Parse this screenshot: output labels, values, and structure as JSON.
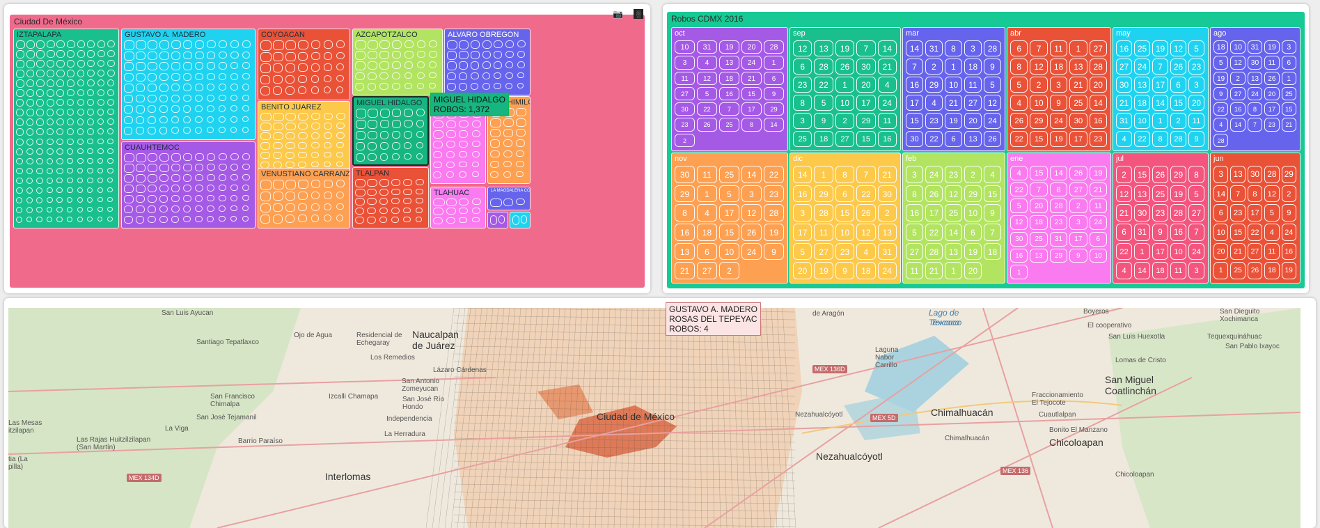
{
  "left_treemap": {
    "title": "Ciudad De México",
    "camera_icon": "camera-icon",
    "plotly_icon": "plotly-logo-icon",
    "colors": {
      "root": "#f06a8b",
      "green": "#19c08d",
      "cyan": "#1fd3f0",
      "purple": "#a55ae6",
      "red": "#ea5238",
      "lime": "#b2e462",
      "orange": "#fda052",
      "yellow": "#fcc94b",
      "blue": "#6664ec",
      "pink": "#fa7af0",
      "teal": "#17b580"
    },
    "delegations": [
      {
        "name": "IZTAPALAPA",
        "color": "green"
      },
      {
        "name": "GUSTAVO A. MADERO",
        "color": "cyan"
      },
      {
        "name": "CUAUHTEMOC",
        "color": "purple"
      },
      {
        "name": "COYOACAN",
        "color": "red"
      },
      {
        "name": "BENITO JUAREZ",
        "color": "yellow"
      },
      {
        "name": "VENUSTIANO CARRANZA",
        "color": "orange"
      },
      {
        "name": "AZCAPOTZALCO",
        "color": "lime"
      },
      {
        "name": "MIGUEL HIDALGO",
        "color": "teal"
      },
      {
        "name": "TLALPAN",
        "color": "red"
      },
      {
        "name": "ALVARO OBREGON",
        "color": "blue"
      },
      {
        "name": "XOCHIMILCO",
        "color": "orange"
      },
      {
        "name": "",
        "color": "pink"
      },
      {
        "name": "TLAHUAC",
        "color": "pink"
      },
      {
        "name": "LA MAGDALENA CONTRERAS",
        "color": "blue"
      },
      {
        "name": "",
        "color": "purple"
      },
      {
        "name": "",
        "color": "cyan"
      }
    ],
    "tooltip": {
      "line1": "MIGUEL HIDALGO",
      "line2": "ROBOS: 1,372"
    }
  },
  "right_treemap": {
    "title": "Robos CDMX 2016",
    "colors": {
      "root": "#17c994",
      "purple": "#a55ae6",
      "green": "#19c08d",
      "blue": "#6664ec",
      "red": "#ea5238",
      "cyan": "#1fd3f0",
      "orange": "#fda052",
      "yellow": "#fcc94b",
      "lime": "#b2e462",
      "pink": "#fa7af0",
      "rose": "#f4557f"
    },
    "months": [
      {
        "name": "oct",
        "color": "purple",
        "nums": [
          "10",
          "31",
          "19",
          "20",
          "28",
          "3",
          "4",
          "13",
          "24",
          "1",
          "11",
          "12",
          "18",
          "21",
          "6",
          "27",
          "5",
          "16",
          "15",
          "9",
          "30",
          "22",
          "7",
          "17",
          "29",
          "23",
          "26",
          "25",
          "8",
          "14",
          "2"
        ]
      },
      {
        "name": "sep",
        "color": "green",
        "nums": [
          "12",
          "13",
          "19",
          "7",
          "14",
          "6",
          "28",
          "26",
          "30",
          "21",
          "23",
          "22",
          "1",
          "20",
          "4",
          "8",
          "5",
          "10",
          "17",
          "24",
          "3",
          "9",
          "2",
          "29",
          "11",
          "25",
          "18",
          "27",
          "15",
          "16"
        ]
      },
      {
        "name": "mar",
        "color": "blue",
        "nums": [
          "14",
          "31",
          "8",
          "3",
          "28",
          "7",
          "2",
          "1",
          "18",
          "9",
          "16",
          "29",
          "10",
          "11",
          "5",
          "17",
          "4",
          "21",
          "27",
          "12",
          "15",
          "23",
          "19",
          "20",
          "24",
          "30",
          "22",
          "6",
          "13",
          "26"
        ]
      },
      {
        "name": "abr",
        "color": "red",
        "nums": [
          "6",
          "7",
          "11",
          "1",
          "27",
          "8",
          "12",
          "18",
          "13",
          "28",
          "5",
          "2",
          "3",
          "21",
          "20",
          "4",
          "10",
          "9",
          "25",
          "14",
          "26",
          "29",
          "24",
          "30",
          "16",
          "22",
          "15",
          "19",
          "17",
          "23"
        ]
      },
      {
        "name": "may",
        "color": "cyan",
        "nums": [
          "16",
          "25",
          "19",
          "12",
          "5",
          "27",
          "24",
          "7",
          "26",
          "23",
          "30",
          "13",
          "17",
          "6",
          "3",
          "21",
          "18",
          "14",
          "15",
          "20",
          "31",
          "10",
          "1",
          "2",
          "11",
          "4",
          "22",
          "8",
          "28",
          "9"
        ]
      },
      {
        "name": "ago",
        "color": "blue",
        "nums": [
          "18",
          "10",
          "31",
          "19",
          "3",
          "5",
          "12",
          "30",
          "11",
          "6",
          "19",
          "2",
          "13",
          "26",
          "1",
          "9",
          "27",
          "24",
          "20",
          "25",
          "22",
          "16",
          "8",
          "17",
          "15",
          "4",
          "14",
          "7",
          "23",
          "21",
          "28"
        ]
      },
      {
        "name": "nov",
        "color": "orange",
        "nums": [
          "30",
          "11",
          "25",
          "14",
          "22",
          "29",
          "1",
          "5",
          "3",
          "23",
          "8",
          "4",
          "17",
          "12",
          "28",
          "16",
          "18",
          "15",
          "26",
          "19",
          "13",
          "6",
          "10",
          "24",
          "9",
          "21",
          "27",
          "2"
        ]
      },
      {
        "name": "dic",
        "color": "yellow",
        "nums": [
          "14",
          "1",
          "8",
          "7",
          "21",
          "16",
          "29",
          "6",
          "22",
          "30",
          "3",
          "28",
          "15",
          "26",
          "2",
          "17",
          "11",
          "10",
          "12",
          "13",
          "5",
          "27",
          "23",
          "4",
          "31",
          "20",
          "19",
          "9",
          "18",
          "24"
        ]
      },
      {
        "name": "feb",
        "color": "lime",
        "nums": [
          "3",
          "24",
          "23",
          "2",
          "4",
          "8",
          "26",
          "12",
          "29",
          "15",
          "16",
          "17",
          "25",
          "10",
          "9",
          "5",
          "22",
          "14",
          "6",
          "7",
          "27",
          "28",
          "13",
          "19",
          "18",
          "11",
          "21",
          "1",
          "20"
        ]
      },
      {
        "name": "ene",
        "color": "pink",
        "nums": [
          "4",
          "15",
          "14",
          "26",
          "19",
          "22",
          "7",
          "8",
          "27",
          "21",
          "5",
          "20",
          "28",
          "2",
          "11",
          "12",
          "18",
          "23",
          "3",
          "24",
          "30",
          "25",
          "31",
          "17",
          "6",
          "16",
          "13",
          "29",
          "9",
          "10",
          "1"
        ]
      },
      {
        "name": "jul",
        "color": "rose",
        "nums": [
          "2",
          "15",
          "26",
          "29",
          "8",
          "12",
          "13",
          "25",
          "19",
          "5",
          "21",
          "30",
          "23",
          "28",
          "27",
          "6",
          "31",
          "9",
          "16",
          "7",
          "22",
          "1",
          "17",
          "10",
          "24",
          "4",
          "14",
          "18",
          "11",
          "3"
        ]
      },
      {
        "name": "jun",
        "color": "red",
        "nums": [
          "3",
          "13",
          "30",
          "28",
          "29",
          "14",
          "7",
          "8",
          "12",
          "2",
          "6",
          "23",
          "17",
          "5",
          "9",
          "10",
          "15",
          "22",
          "4",
          "24",
          "20",
          "21",
          "27",
          "11",
          "16",
          "1",
          "25",
          "26",
          "18",
          "19"
        ]
      }
    ]
  },
  "map": {
    "tooltip": {
      "line1": "GUSTAVO A. MADERO",
      "line2": "ROSAS DEL TEPEYAC",
      "line3": "ROBOS: 4"
    },
    "labels": {
      "san_luis": "San Luis Ayucan",
      "naucalpan": "Naucalpan\nde Juárez",
      "santiago": "Santiago Tepatlaxco",
      "ojo_agua": "Ojo de Agua",
      "echegaray": "Residencial de\nEchegaray",
      "remedios": "Los Remedios",
      "lazaro": "Lázaro Cárdenas",
      "san_antonio": "San Antonio\nZomeyucan",
      "san_fco": "San Francisco\nChimalpa",
      "izcalli": "Izcalli Chamapa",
      "san_jose_rio": "San José Río\nHondo",
      "jose_tejamanil": "San José Tejamanil",
      "la_viga": "La Viga",
      "independencia": "Independencia",
      "mesas": "Las Mesas\nitzilapan",
      "rajas": "Las Rajas Huitzilzilapan\n(San Martín)",
      "barrio": "Barrio Paraíso",
      "herradura": "La Herradura",
      "cdmx": "Ciudad de México",
      "interlomas": "Interlomas",
      "ipilla": "tia (La\npilla)",
      "aragon": "de Aragón",
      "lago": "Lago de\nTexcoco",
      "laguna": "Laguna\nNabor\nCarrillo",
      "nezahualcoyotl_small": "Nezahualcóyotl",
      "nezahualcoyotl": "Nezahualcóyotl",
      "chimalhuacan": "Chimalhuacán",
      "chimalhuacan_small": "Chimalhuacán",
      "boyeros": "Boyeros",
      "cooperativo": "El cooperativo",
      "huexotla": "San Luis Huexotla",
      "lomas": "Lomas de Cristo",
      "san_miguel": "San Miguel\nCoatlinchán",
      "fracc": "Fraccionamiento\nEl Tejocote",
      "cuautlalpan": "Cuautlalpan",
      "bonito": "Bonito El Manzano",
      "chicoloapan": "Chicoloapan",
      "chicoloapan_small": "Chicoloapan",
      "dieguito": "San Dieguito\nXochimanca",
      "tequex": "Tequexquináhuac",
      "san_pablo": "San Pablo Ixayoc",
      "bello": "Texcoco"
    },
    "shields": {
      "m136d": "MEX 136D",
      "m5d": "MEX 5D",
      "m134d": "MEX 134D",
      "m136": "MEX 136"
    }
  }
}
